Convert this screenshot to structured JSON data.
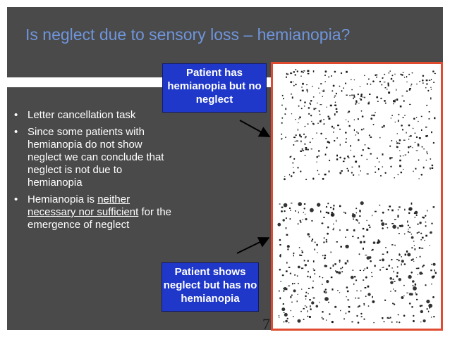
{
  "slide": {
    "title": "Is neglect due to sensory loss – hemianopia?",
    "slide_number": "7",
    "bullets": {
      "b1": "Letter cancellation task",
      "b2": "Since some patients with hemianopia do not show neglect we can conclude that neglect is not due to hemianopia",
      "b3_pre": "Hemianopia is ",
      "b3_underlined": "neither necessary nor sufficient",
      "b3_post": " for the emergence of neglect"
    },
    "callout_top": "Patient has hemianopia but no neglect",
    "callout_bottom": "Patient shows neglect but has no hemianopia"
  },
  "colors": {
    "panel": "#4a4a4a",
    "title_text": "#6f95dc",
    "callout_bg": "#1f38c9",
    "frame_border": "#e04a2e"
  }
}
